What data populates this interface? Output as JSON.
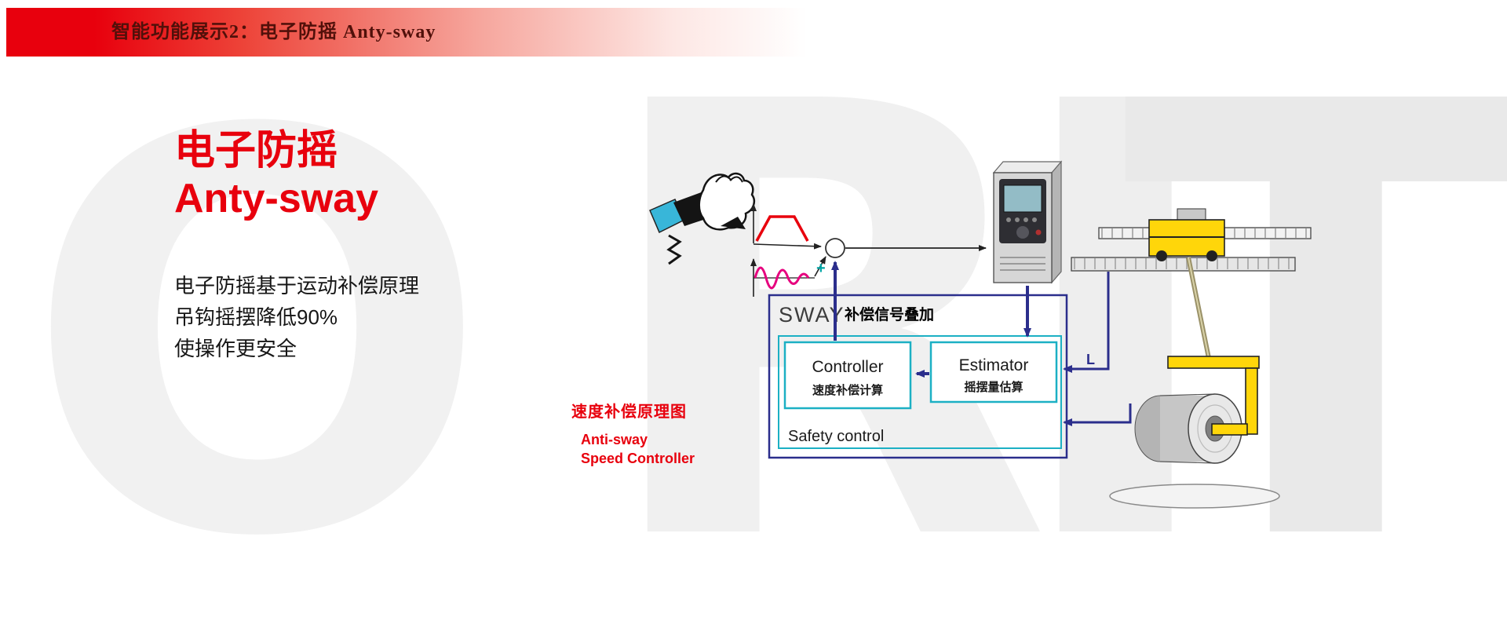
{
  "header": {
    "title": "智能功能展示2：电子防摇 Anty-sway"
  },
  "intro": {
    "title_cn": "电子防摇",
    "title_en": "Anty-sway",
    "lines": [
      "电子防摇基于运动补偿原理",
      "吊钩摇摆降低90%",
      "使操作更安全"
    ]
  },
  "diagram": {
    "sway_title": "SWAY",
    "sway_caption": "补偿信号叠加",
    "controller_title": "Controller",
    "controller_subtitle": "速度补偿计算",
    "estimator_title": "Estimator",
    "estimator_subtitle": "摇摆量估算",
    "safety_label": "Safety control",
    "plus_sign": "+",
    "length_label": "L"
  },
  "captions": {
    "cn": "速度补偿原理图",
    "en_line1": "Anti-sway",
    "en_line2": "Speed Controller"
  },
  "watermark": {
    "letters": [
      "O",
      "R",
      "I",
      "T"
    ]
  },
  "colors": {
    "brand_red": "#e8000d",
    "navy_blue": "#2b2e8c",
    "cyan_border": "#1cb0c4",
    "signal_magenta": "#e6007e",
    "plus_teal": "#00a5a5",
    "crane_yellow": "#ffd60a"
  }
}
